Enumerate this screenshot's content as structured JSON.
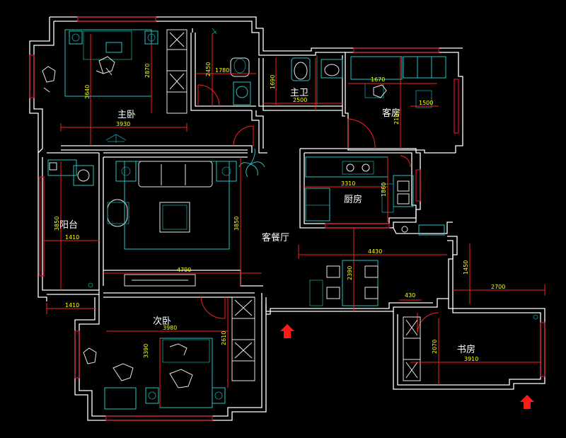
{
  "rooms": {
    "master_bedroom": "主卧",
    "master_bath": "主卫",
    "guest_room": "客房",
    "balcony": "阳台",
    "kitchen": "厨房",
    "living_dining": "客餐厅",
    "second_bedroom": "次卧",
    "study": "书房"
  },
  "dimensions": {
    "d3640": "3640",
    "d2870": "2870",
    "d3930": "3930",
    "d2450": "2450",
    "d1780": "1780",
    "d1690": "1690",
    "d2500": "2500",
    "d1670": "1670",
    "d2190": "2190",
    "d1500": "1500",
    "d3310": "3310",
    "d1860": "1860",
    "d3850_balcony": "3850",
    "d1410_balcony": "1410",
    "d3850_living": "3850",
    "d4790": "4790",
    "d4430": "4430",
    "d2390": "2390",
    "d1450": "1450",
    "d2700": "2700",
    "d430": "430",
    "d1410_lower": "1410",
    "d3980": "3980",
    "d3390": "3390",
    "d2610": "2610",
    "d2070": "2070",
    "d3910": "3910"
  },
  "colors": {
    "background": "#000000",
    "wall": "#ffffff",
    "furniture": "#23c3c3",
    "dimension": "#ff2020",
    "dimension_text": "#ffff00",
    "window": "#c8102e",
    "entrance_arrow": "#ff1a1a"
  },
  "icons": [
    "entrance-arrow",
    "plant-icon",
    "bed-icon",
    "toilet-icon",
    "stove-icon"
  ]
}
